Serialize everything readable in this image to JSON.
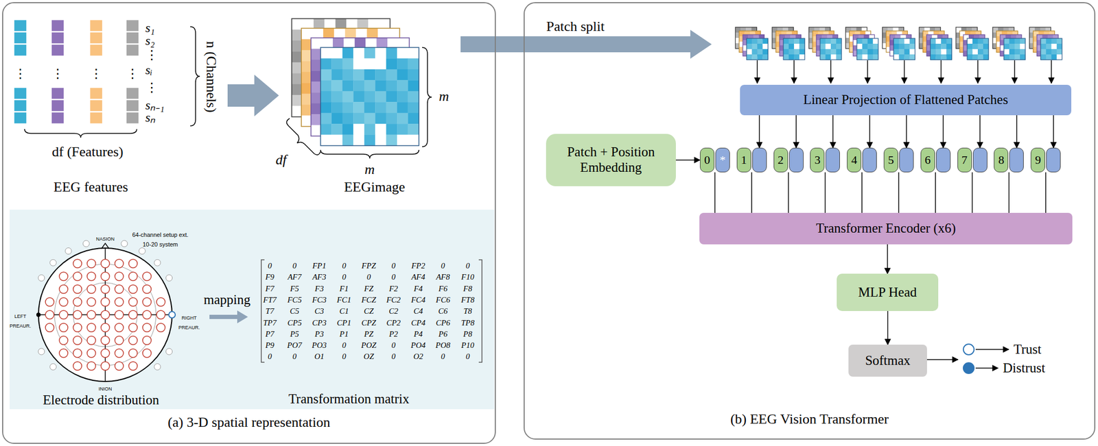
{
  "diagram": {
    "nodes": [
      {
        "text": [
          "(a) 3-D spatial representation"
        ]
      },
      {
        "text": [
          "(b) EEG Vision Transformer"
        ]
      },
      {
        "text": [
          "Linear Projection of Flattened Patches"
        ],
        "in": 1
      },
      {
        "text": [
          "Patch + Position Embedding"
        ],
        "in": 1
      },
      {
        "text": [
          "0",
          "*"
        ],
        "in": 1
      },
      {
        "text": [
          "1"
        ],
        "in": 1
      },
      {
        "text": [
          "2"
        ],
        "in": 1
      },
      {
        "text": [
          "3"
        ],
        "in": 1
      },
      {
        "text": [
          "4"
        ],
        "in": 1
      },
      {
        "text": [
          "5"
        ],
        "in": 1
      },
      {
        "text": [
          "6"
        ],
        "in": 1
      },
      {
        "text": [
          "7"
        ],
        "in": 1
      },
      {
        "text": [
          "8"
        ],
        "in": 1
      },
      {
        "text": [
          "9"
        ],
        "in": 1
      },
      {
        "text": [
          "Transformer Encoder (x6)"
        ],
        "in": 1
      },
      {
        "text": [
          "MLP Head"
        ],
        "in": 1
      },
      {
        "text": [
          "Softmax"
        ],
        "in": 1
      }
    ],
    "edges": [
      {
        "from": 3,
        "to": 4,
        "arrow": "to"
      },
      {
        "from": 2,
        "to": 5,
        "arrow": "to"
      },
      {
        "from": 2,
        "to": 6,
        "arrow": "to"
      },
      {
        "from": 2,
        "to": 7,
        "arrow": "to"
      },
      {
        "from": 2,
        "to": 8,
        "arrow": "to"
      },
      {
        "from": 2,
        "to": 9,
        "arrow": "to"
      },
      {
        "from": 2,
        "to": 10,
        "arrow": "to"
      },
      {
        "from": 2,
        "to": 11,
        "arrow": "to"
      },
      {
        "from": 2,
        "to": 12,
        "arrow": "to"
      },
      {
        "from": 2,
        "to": 13,
        "arrow": "to"
      },
      {
        "from": 4,
        "to": 14,
        "arrow": "none"
      },
      {
        "from": 5,
        "to": 14,
        "arrow": "none"
      },
      {
        "from": 6,
        "to": 14,
        "arrow": "none"
      },
      {
        "from": 7,
        "to": 14,
        "arrow": "none"
      },
      {
        "from": 8,
        "to": 14,
        "arrow": "none"
      },
      {
        "from": 9,
        "to": 14,
        "arrow": "none"
      },
      {
        "from": 10,
        "to": 14,
        "arrow": "none"
      },
      {
        "from": 11,
        "to": 14,
        "arrow": "none"
      },
      {
        "from": 12,
        "to": 14,
        "arrow": "none"
      },
      {
        "from": 13,
        "to": 14,
        "arrow": "none"
      },
      {
        "from": 14,
        "to": 15,
        "arrow": "to"
      },
      {
        "from": 15,
        "to": 16,
        "arrow": "to"
      }
    ],
    "labels": [
      "s₁",
      "s₂",
      "⋮",
      "sᵢ",
      "⋮",
      "sₙ₋₁",
      "sₙ",
      "n (Channels)",
      "⋮",
      "⋮",
      "⋮",
      "⋮",
      "df (Features)",
      "EEG features",
      "m",
      "df",
      "m",
      "EEGimage",
      "Patch split",
      "64-channel setup ext. 10-20 system",
      "NASION",
      "LEFT PREAUR.",
      "RIGHT PREAUR.",
      "INION",
      "Electrode distribution",
      "mapping",
      "0",
      "0",
      "FP1",
      "0",
      "FPZ",
      "0",
      "FP2",
      "0",
      "0",
      "F9",
      "AF7",
      "AF3",
      "0",
      "0",
      "0",
      "AF4",
      "AF8",
      "F10",
      "F7",
      "F5",
      "F3",
      "F1",
      "FZ",
      "F2",
      "F4",
      "F6",
      "F8",
      "FT7",
      "FC5",
      "FC3",
      "FC1",
      "FCZ",
      "FC2",
      "FC4",
      "FC6",
      "FT8",
      "T7",
      "C5",
      "C3",
      "C1",
      "CZ",
      "C2",
      "C4",
      "C6",
      "T8",
      "TP7",
      "CP5",
      "CP3",
      "CP1",
      "CPZ",
      "CP2",
      "CP4",
      "CP6",
      "TP8",
      "P7",
      "P5",
      "P3",
      "P1",
      "PZ",
      "P2",
      "P4",
      "P6",
      "P8",
      "P9",
      "PO7",
      "PO3",
      "0",
      "POZ",
      "0",
      "PO4",
      "PO8",
      "P10",
      "0",
      "0",
      "O1",
      "0",
      "OZ",
      "0",
      "O2",
      "0",
      "0",
      "Transformation matrix",
      "Trust",
      "Distrust"
    ]
  }
}
